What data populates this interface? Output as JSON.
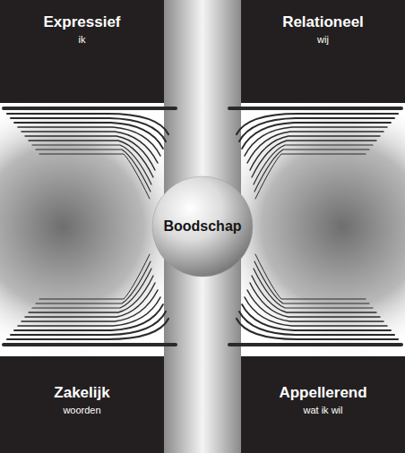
{
  "diagram": {
    "nodes": [
      {
        "text": [
          "Expressief",
          "ik"
        ]
      },
      {
        "text": [
          "Relationeel",
          "wij"
        ]
      },
      {
        "text": [
          "Boodschap"
        ]
      },
      {
        "text": [
          "Zakelijk",
          "woorden"
        ]
      },
      {
        "text": [
          "Appellerend",
          "wat ik wil"
        ]
      }
    ]
  }
}
